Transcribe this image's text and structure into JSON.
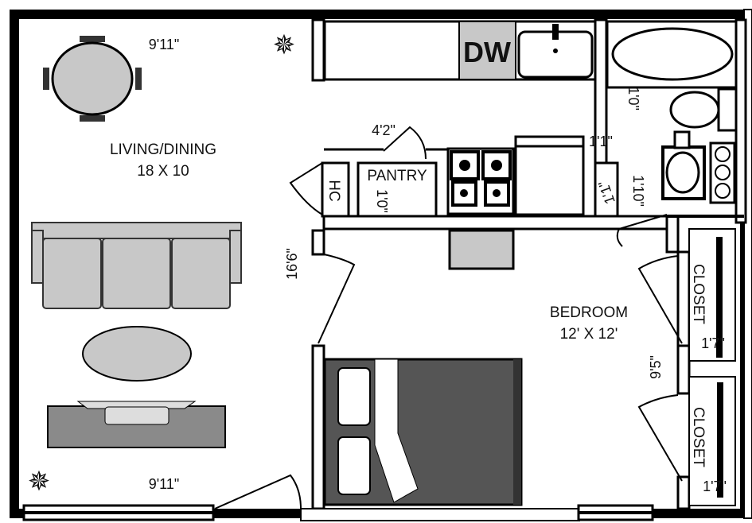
{
  "rooms": {
    "living": {
      "name": "LIVING/DINING",
      "size": "18 X 10",
      "dim_top": "9'11\"",
      "dim_bottom": "9'11\"",
      "dim_side": "16'6\""
    },
    "kitchen": {
      "dishwasher": "DW",
      "pantry": "PANTRY",
      "hc": "HC",
      "dim_pantry_door": "4'2\"",
      "dim_pantry": "1'0\"",
      "dim_fridge": "1'1\""
    },
    "bath": {
      "dim_a": "1'0\"",
      "dim_b": "1'1\"",
      "dim_c": "1'10\""
    },
    "bedroom": {
      "name": "BEDROOM",
      "size": "12' X 12'",
      "dim_side": "9'5\""
    },
    "closets": [
      {
        "name": "CLOSET",
        "dim": "1'7\""
      },
      {
        "name": "CLOSET",
        "dim": "1'7\""
      }
    ]
  },
  "colors": {
    "wall": "#000000",
    "fixture": "#c8c8c8",
    "bed": "#555555",
    "console": "#8a8a8a"
  }
}
